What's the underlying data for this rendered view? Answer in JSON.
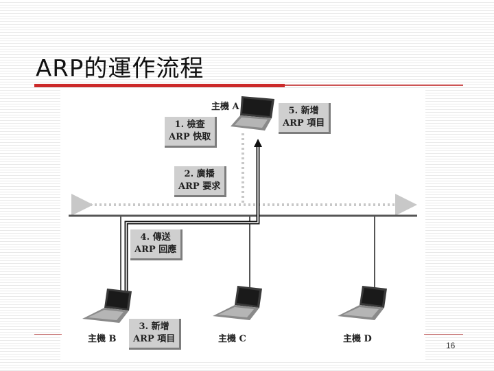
{
  "slide": {
    "title": "ARP的運作流程",
    "page_number": "16"
  },
  "diagram": {
    "hosts": [
      {
        "id": "A",
        "label": "主機 A"
      },
      {
        "id": "B",
        "label": "主機 B"
      },
      {
        "id": "C",
        "label": "主機 C"
      },
      {
        "id": "D",
        "label": "主機 D"
      }
    ],
    "steps": [
      {
        "line1": "1. 檢查",
        "line2": "ARP 快取"
      },
      {
        "line1": "2. 廣播",
        "line2": "ARP 要求"
      },
      {
        "line1": "3. 新增",
        "line2": "ARP 項目"
      },
      {
        "line1": "4. 傳送",
        "line2": "ARP 回應"
      },
      {
        "line1": "5. 新增",
        "line2": "ARP 項目"
      }
    ]
  },
  "colors": {
    "accent_red": "#cc2a2a",
    "label_box_fill": "#cfcfcf",
    "network_line": "#555555"
  }
}
